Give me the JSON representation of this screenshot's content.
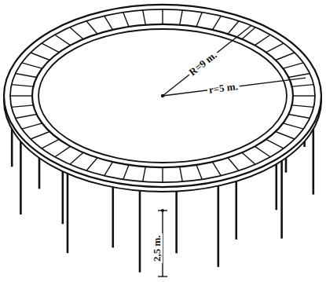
{
  "diagram": {
    "labels": [
      "R=9 m.",
      "r=5 m.",
      "2,5 m."
    ]
  }
}
